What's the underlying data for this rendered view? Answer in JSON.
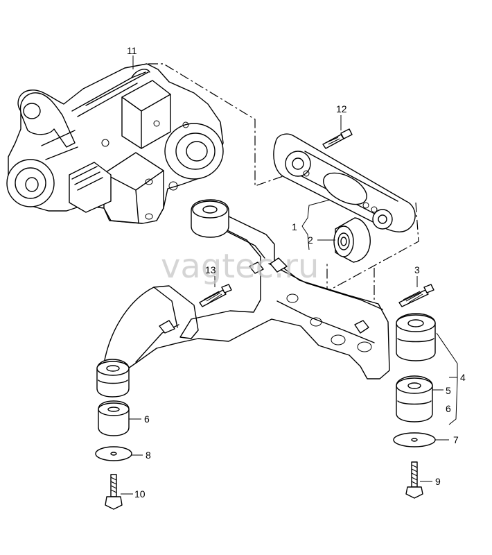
{
  "watermark": "vagtec.ru",
  "callouts": {
    "c1": "1",
    "c2": "2",
    "c3": "3",
    "c4": "4",
    "c5": "5",
    "c6": "6",
    "c7": "7",
    "c8": "8",
    "c9": "9",
    "c10": "10",
    "c11": "11",
    "c12": "12",
    "c13": "13"
  },
  "colors": {
    "line": "#000000",
    "background": "#ffffff",
    "watermark": "#c8c8c8"
  }
}
